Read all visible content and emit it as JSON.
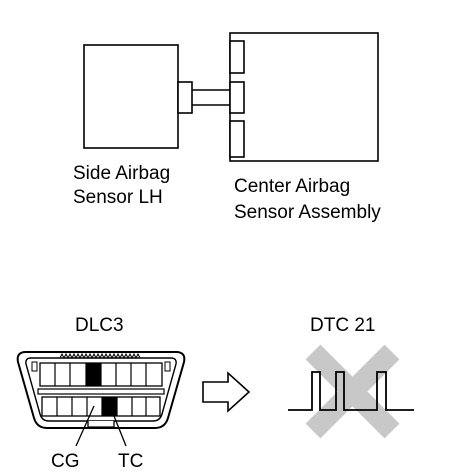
{
  "labels": {
    "side_sensor_line1": "Side Airbag",
    "side_sensor_line2": "Sensor LH",
    "center_sensor_line1": "Center Airbag",
    "center_sensor_line2": "Sensor Assembly",
    "dlc": "DLC3",
    "dtc": "DTC 21",
    "pin_cg": "CG",
    "pin_tc": "TC"
  },
  "colors": {
    "stroke": "#000000",
    "fill": "#ffffff",
    "pin_fill": "#000000",
    "cross": "#c8c8c8"
  },
  "icons": {
    "arrow": "outline-right-arrow-icon",
    "cross": "grey-cross-icon"
  }
}
